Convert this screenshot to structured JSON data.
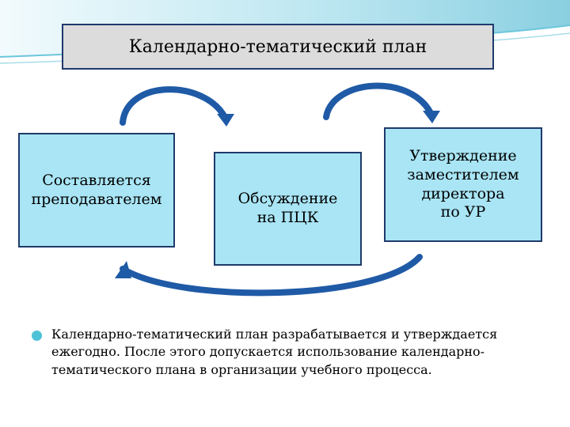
{
  "title": "Календарно-тематический план",
  "nodes": [
    "Составляется\nпреподавателем",
    "Обсуждение\nна ПЦК",
    "Утверждение\nзаместителем\nдиректора\nпо УР"
  ],
  "note": "Календарно-тематический план разрабатывается и утверждается ежегодно. После этого допускается использование календарно-тематического плана в организации учебного процесса.",
  "colors": {
    "node_fill": "#a9e5f5",
    "border": "#1f3a6b",
    "title_fill": "#dcdcdc",
    "arrow": "#1f5aa6",
    "bullet": "#4ec2d6"
  }
}
